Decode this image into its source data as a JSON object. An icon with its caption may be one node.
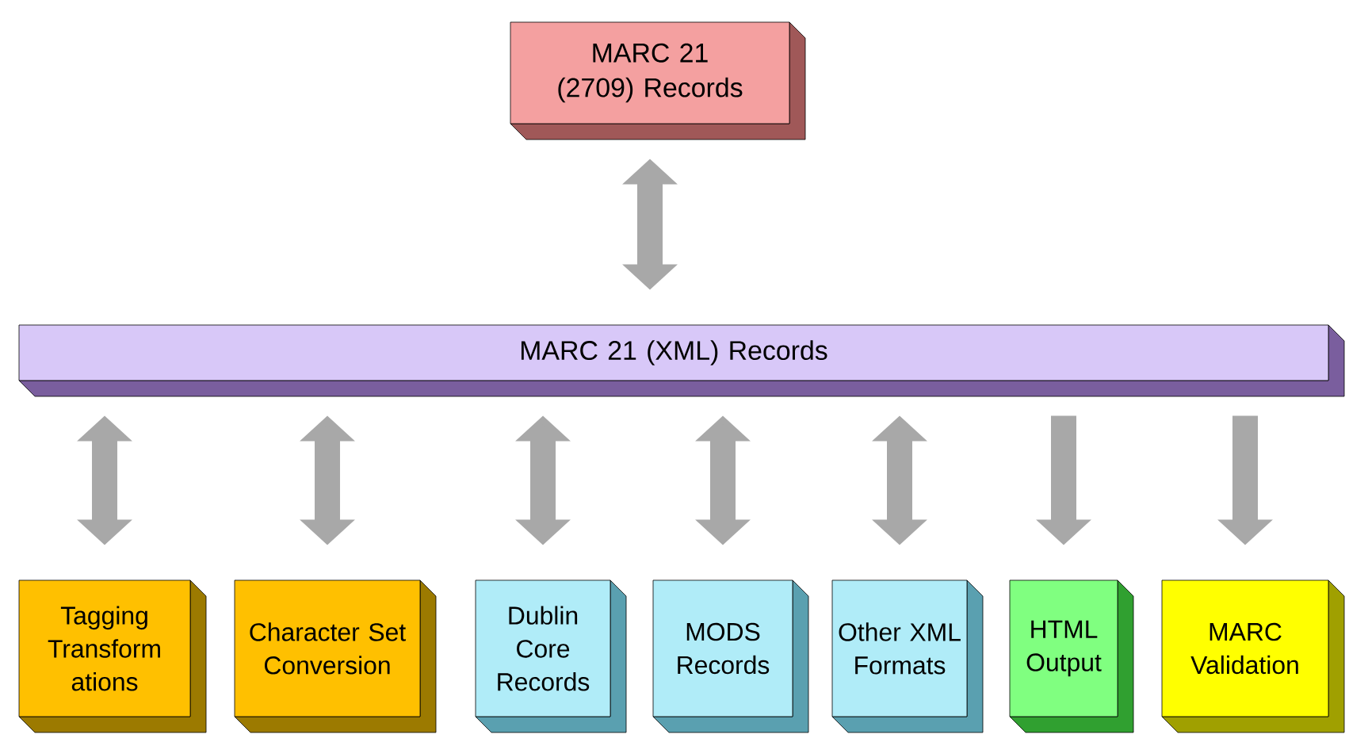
{
  "diagram": {
    "nodes": [
      {
        "text": [
          "MARC 21 (2709) Records"
        ]
      },
      {
        "text": [
          "MARC 21 (XML) Records"
        ]
      },
      {
        "text": [
          "Tagging Transform ations"
        ]
      },
      {
        "text": [
          "Character Set Conversion"
        ]
      },
      {
        "text": [
          "Dublin Core Records"
        ]
      },
      {
        "text": [
          "MODS Records"
        ]
      },
      {
        "text": [
          "Other XML Formats"
        ]
      },
      {
        "text": [
          "HTML Output"
        ]
      },
      {
        "text": [
          "MARC Validation"
        ]
      }
    ],
    "edges": [
      {
        "from": 0,
        "to": 1,
        "arrow": "both"
      },
      {
        "from": 1,
        "to": 2,
        "arrow": "both"
      },
      {
        "from": 1,
        "to": 3,
        "arrow": "both"
      },
      {
        "from": 1,
        "to": 4,
        "arrow": "both"
      },
      {
        "from": 1,
        "to": 5,
        "arrow": "both"
      },
      {
        "from": 1,
        "to": 6,
        "arrow": "both"
      },
      {
        "from": 1,
        "to": 7,
        "arrow": "to"
      },
      {
        "from": 1,
        "to": 8,
        "arrow": "to"
      }
    ]
  }
}
